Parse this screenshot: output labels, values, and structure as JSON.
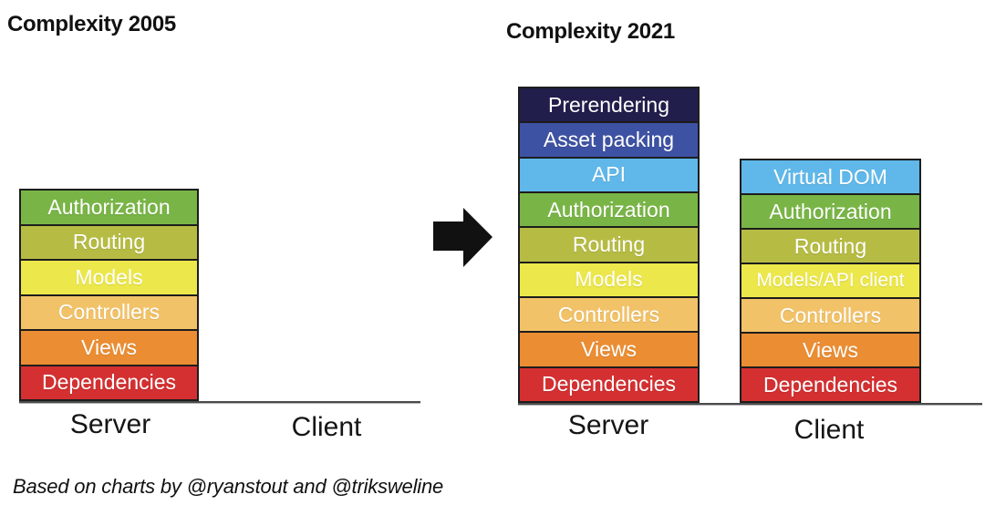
{
  "attribution": "Based on charts by @ryanstout and @triksweline",
  "transition": {
    "icon": "right-arrow",
    "color": "#111111"
  },
  "palette": {
    "navy": "#211e4c",
    "blue": "#3e52a3",
    "sky": "#5fb8e9",
    "green": "#79b546",
    "olive": "#b6bc43",
    "yellow": "#ece74a",
    "amber": "#f2c268",
    "orange": "#eb8d33",
    "red": "#d43031",
    "block_border": "#1d1d1d",
    "axis_line": "#4b4b4b",
    "layer_text": "#ffffff",
    "title_text": "#111111"
  },
  "chart_data": [
    {
      "type": "bar",
      "variant": "stacked-layer-diagram",
      "title": "Complexity 2005",
      "categories": [
        "Server",
        "Client"
      ],
      "value_per_layer": 1,
      "layer_order": "top-to-bottom",
      "stacks": {
        "server": {
          "category": "Server",
          "total_layers": 6,
          "layers": [
            "Authorization",
            "Routing",
            "Models",
            "Controllers",
            "Views",
            "Dependencies"
          ]
        },
        "client": {
          "category": "Client",
          "total_layers": 0,
          "layers": []
        }
      }
    },
    {
      "type": "bar",
      "variant": "stacked-layer-diagram",
      "title": "Complexity 2021",
      "categories": [
        "Server",
        "Client"
      ],
      "value_per_layer": 1,
      "layer_order": "top-to-bottom",
      "stacks": {
        "server": {
          "category": "Server",
          "total_layers": 9,
          "layers": [
            "Prerendering",
            "Asset packing",
            "API",
            "Authorization",
            "Routing",
            "Models",
            "Controllers",
            "Views",
            "Dependencies"
          ]
        },
        "client": {
          "category": "Client",
          "total_layers": 7,
          "layers": [
            "Virtual DOM",
            "Authorization",
            "Routing",
            "Models/API client",
            "Controllers",
            "Views",
            "Dependencies"
          ]
        }
      }
    }
  ]
}
